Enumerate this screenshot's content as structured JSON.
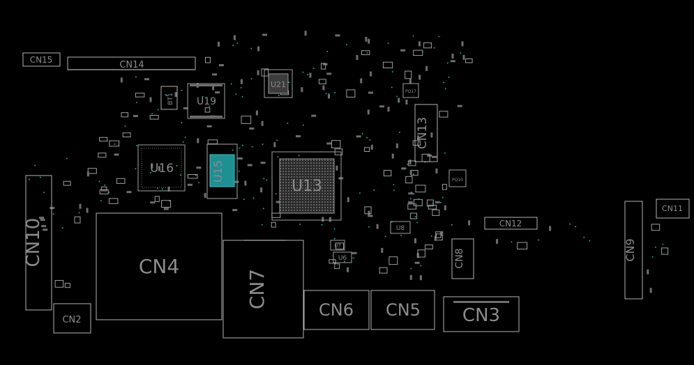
{
  "viewer": {
    "title": ""
  },
  "highlight_color": "#1e8f93",
  "connectors": {
    "cn2": "CN2",
    "cn3": "CN3",
    "cn4": "CN4",
    "cn5": "CN5",
    "cn6": "CN6",
    "cn7": "CN7",
    "cn8": "CN8",
    "cn9": "CN9",
    "cn10": "CN10",
    "cn11": "CN11",
    "cn12": "CN12",
    "cn13": "CN13",
    "cn14": "CN14",
    "cn15": "CN15"
  },
  "chips": {
    "u6": "U6",
    "u7": "U7",
    "u8": "U8",
    "u13": "U13",
    "u15": "U15",
    "u16": "U16",
    "u19": "U19",
    "u21": "U21",
    "bt1": "BT1",
    "pq17": "PQ17",
    "pq10": "PQ10"
  }
}
